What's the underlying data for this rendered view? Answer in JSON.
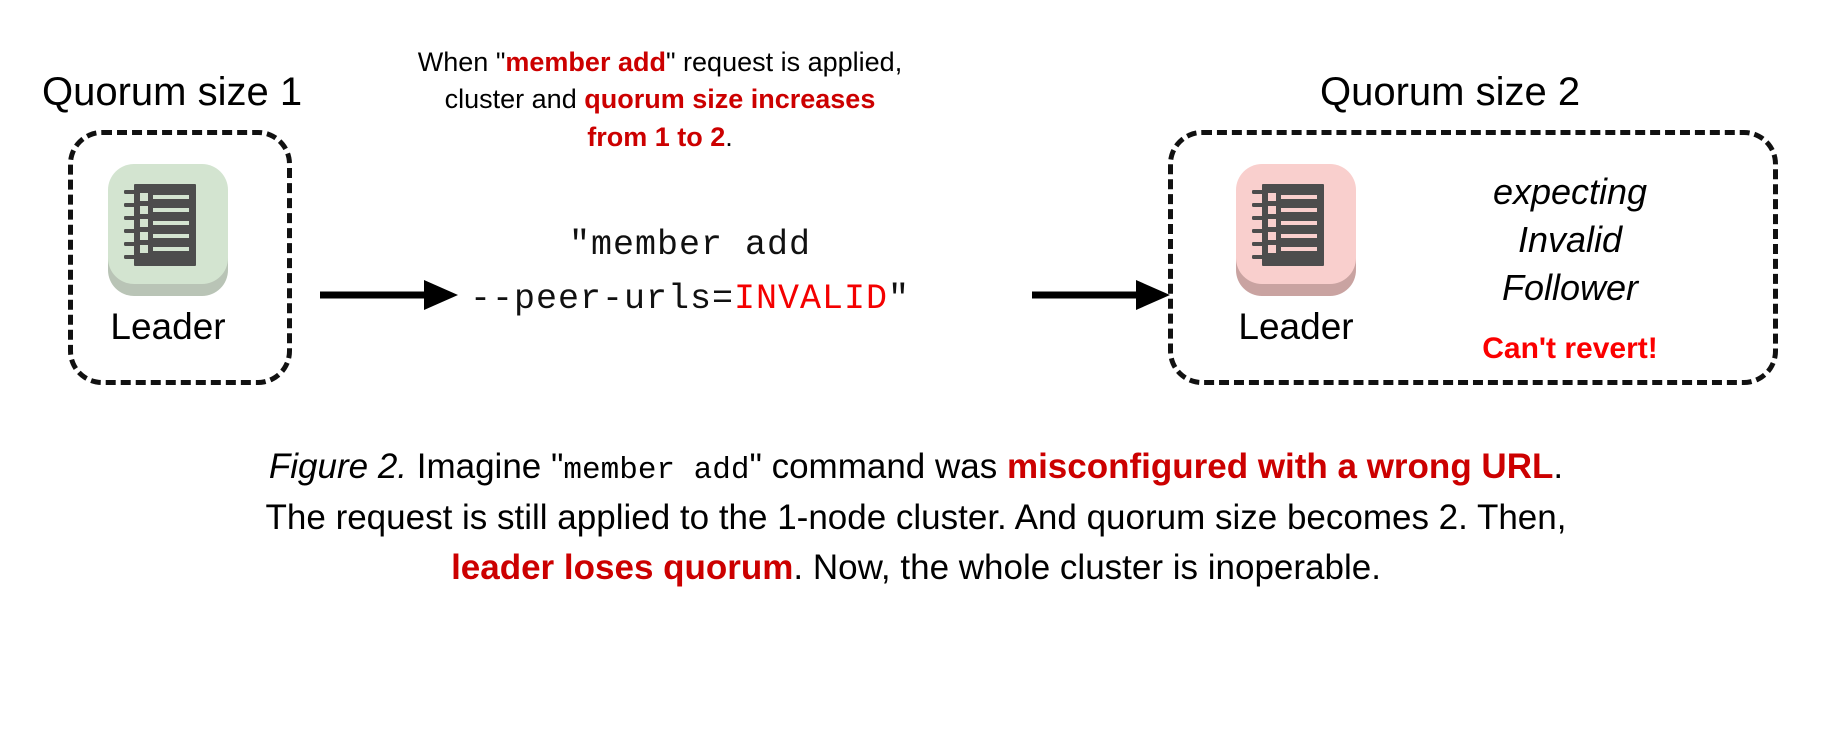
{
  "figure": {
    "left_cluster": {
      "title": "Quorum size 1",
      "node_label": "Leader",
      "node_icon": "ledger-server-icon",
      "node_color": "#d3e4d0",
      "node_shadow_color": "#b3bfb0"
    },
    "right_cluster": {
      "title": "Quorum size 2",
      "node_label": "Leader",
      "node_icon": "ledger-server-icon",
      "node_color": "#f9cfcd",
      "node_shadow_color": "#c9a3a1",
      "status_lines": [
        "expecting",
        "Invalid",
        "Follower"
      ],
      "alert": "Can't revert!"
    },
    "top_note": {
      "line1_a": "When \"",
      "line1_em": "member add",
      "line1_b": "\" request is applied,",
      "line2_a": "cluster and ",
      "line2_em": "quorum size increases",
      "line3_em": "from 1 to 2",
      "line3_b": "."
    },
    "command": {
      "line1": "\"member add",
      "line2_prefix": "--peer-urls=",
      "line2_invalid": "INVALID",
      "line2_suffix": "\""
    },
    "arrows": {
      "left_arrow": "right-arrow-icon",
      "right_arrow": "right-arrow-icon"
    },
    "caption": {
      "l1_label": "Figure 2.",
      "l1_a": " Imagine \"",
      "l1_mono": "member add",
      "l1_b": "\" command was ",
      "l1_em": "misconfigured with a wrong URL",
      "l1_c": ".",
      "l2": "The request is still applied to the 1-node cluster. And quorum size becomes 2. Then,",
      "l3_em": "leader loses quorum",
      "l3_b": ". Now, the whole cluster is inoperable."
    },
    "colors": {
      "accent_red_dark": "#cc0000",
      "accent_red_bright": "#fb0000",
      "ink": "#000000",
      "background": "#ffffff"
    }
  }
}
